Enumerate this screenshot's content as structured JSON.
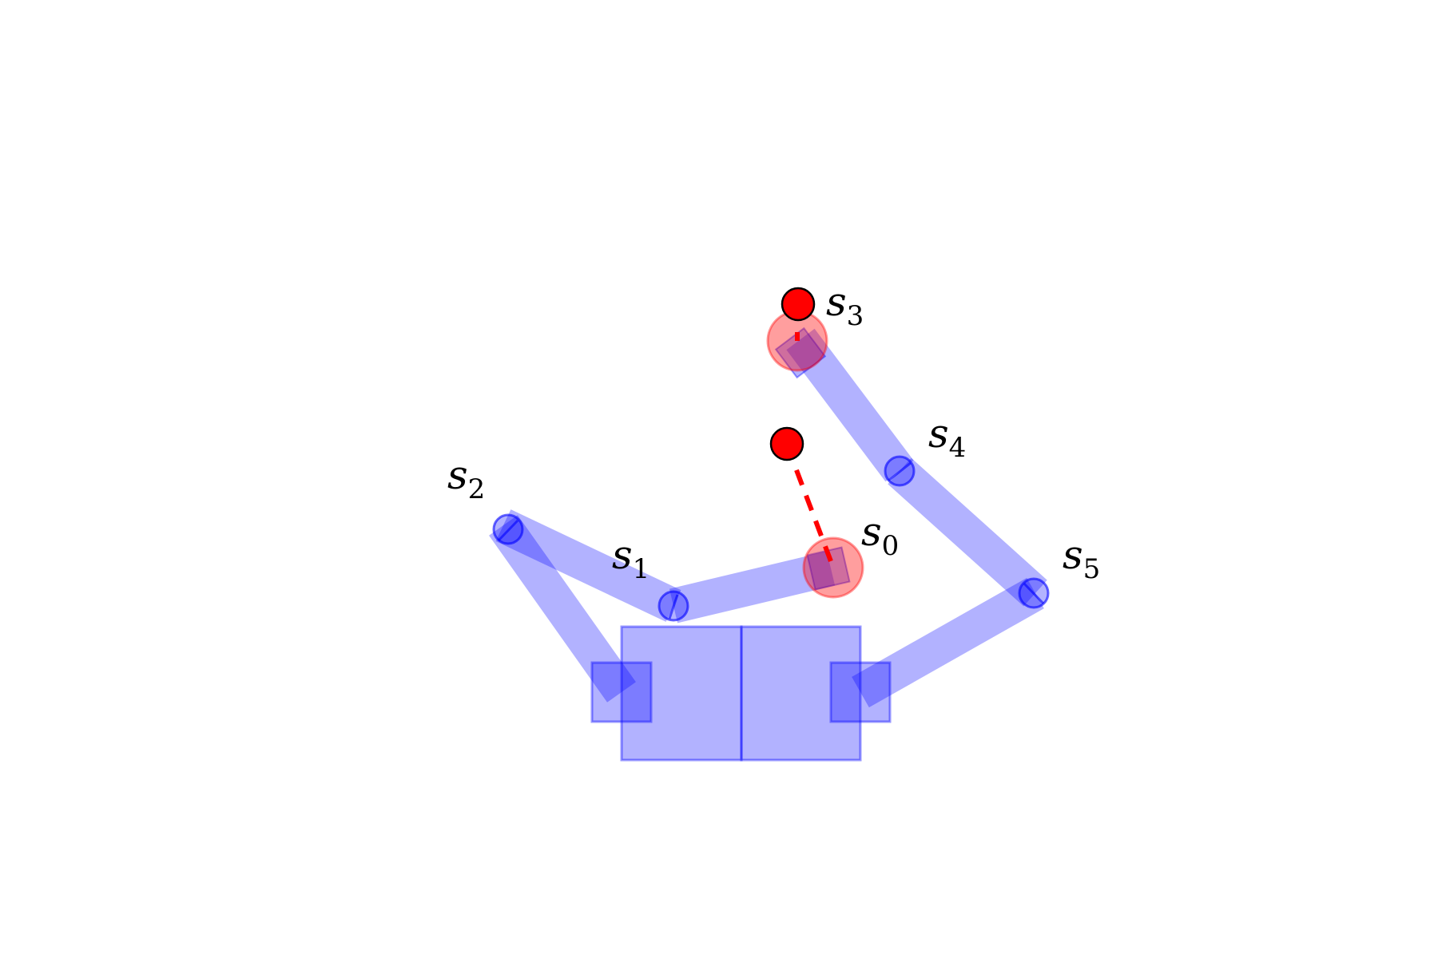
{
  "diagram": {
    "labels": [
      {
        "id": "s0",
        "base": "s",
        "sub": "0"
      },
      {
        "id": "s1",
        "base": "s",
        "sub": "1"
      },
      {
        "id": "s2",
        "base": "s",
        "sub": "2"
      },
      {
        "id": "s3",
        "base": "s",
        "sub": "3"
      },
      {
        "id": "s4",
        "base": "s",
        "sub": "4"
      },
      {
        "id": "s5",
        "base": "s",
        "sub": "5"
      }
    ],
    "colors": {
      "link_fill": "#0000ff",
      "link_opacity": 0.3,
      "target_fill": "#ff0000",
      "goal_halo": "#ff6666",
      "dashed_line": "#ff0000",
      "label": "#000000"
    }
  }
}
